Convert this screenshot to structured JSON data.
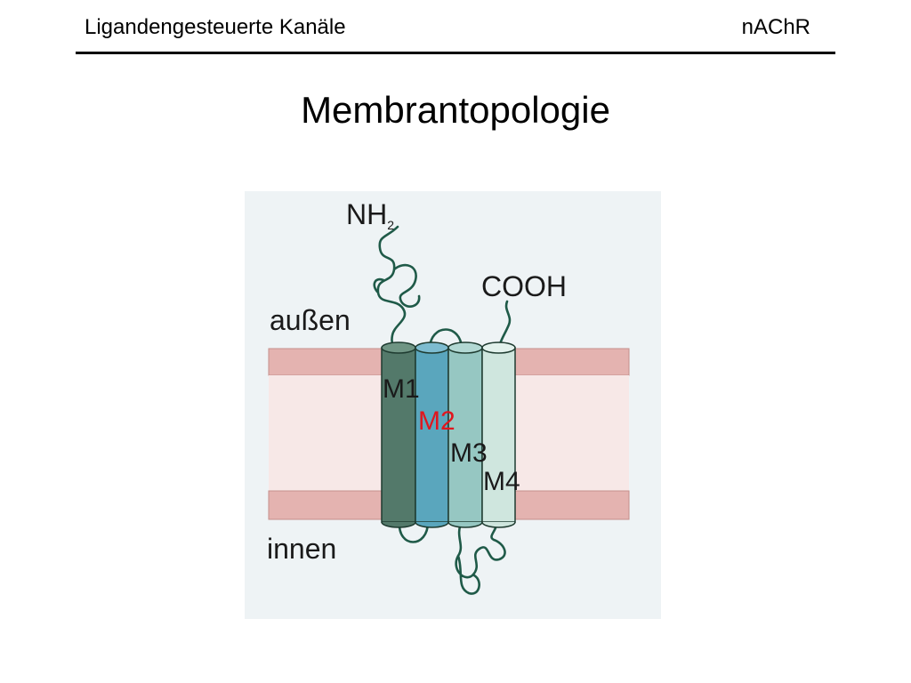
{
  "header": {
    "left_title": "Ligandengesteuerte Kanäle",
    "right_title": "nAChR"
  },
  "slide": {
    "title": "Membrantopologie"
  },
  "diagram": {
    "n_terminus": "NH",
    "n_terminus_sub": "2",
    "c_terminus": "COOH",
    "outside_label": "außen",
    "inside_label": "innen",
    "helices": [
      {
        "label": "M1",
        "label_color": "#1a1a1a"
      },
      {
        "label": "M2",
        "label_color": "#e0161e"
      },
      {
        "label": "M3",
        "label_color": "#1a1a1a"
      },
      {
        "label": "M4",
        "label_color": "#1a1a1a"
      }
    ],
    "colors": {
      "background": "#eef3f5",
      "membrane_band": "#e4b3b0",
      "membrane_core": "#f7e8e7",
      "helix_m1": "#53796a",
      "helix_m2": "#5aa6bd",
      "helix_m3": "#96c7c2",
      "helix_m4": "#cfe6de",
      "chain": "#1f5a48"
    }
  }
}
